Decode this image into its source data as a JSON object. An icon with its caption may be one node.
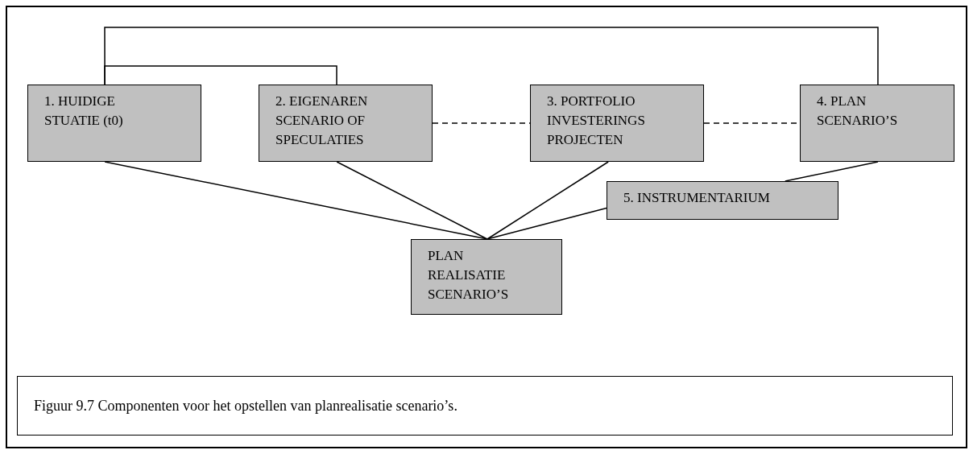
{
  "diagram": {
    "caption": "Figuur 9.7 Componenten voor het opstellen van planrealisatie scenario’s.",
    "nodes": [
      {
        "text": [
          "1. HUIDIGE STUATIE (t0)"
        ]
      },
      {
        "text": [
          "2. EIGENAREN SCENARIO OF SPECULATIES"
        ]
      },
      {
        "text": [
          "3. PORTFOLIO INVESTERINGS PROJECTEN"
        ]
      },
      {
        "text": [
          "4. PLAN SCENARIO’S"
        ]
      },
      {
        "text": [
          "5. INSTRUMENTARIUM"
        ]
      },
      {
        "text": [
          "PLAN REALISATIE SCENARIO’S"
        ]
      }
    ],
    "edges": [
      {
        "from": 0,
        "to": 1,
        "arrow": "none"
      },
      {
        "from": 0,
        "to": 3,
        "arrow": "none"
      },
      {
        "from": 1,
        "to": 2,
        "arrow": "none",
        "style": "dashed"
      },
      {
        "from": 2,
        "to": 3,
        "arrow": "none",
        "style": "dashed"
      },
      {
        "from": 0,
        "to": 5,
        "arrow": "none"
      },
      {
        "from": 1,
        "to": 5,
        "arrow": "none"
      },
      {
        "from": 2,
        "to": 5,
        "arrow": "none"
      },
      {
        "from": 3,
        "to": 4,
        "arrow": "none"
      },
      {
        "from": 4,
        "to": 5,
        "arrow": "none"
      }
    ]
  }
}
